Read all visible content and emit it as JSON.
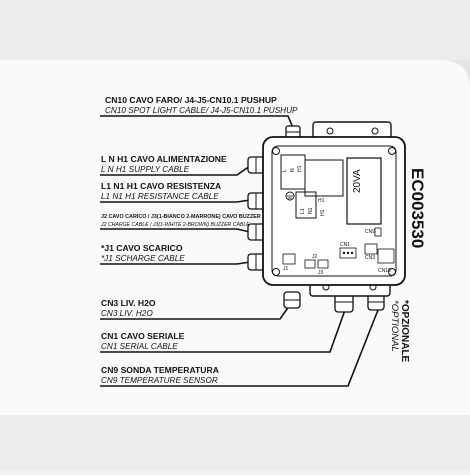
{
  "labels": {
    "cn10_it": "CN10 CAVO FARO/ J4-J5-CN10.1 PUSHUP",
    "cn10_en": "CN10 SPOT LIGHT CABLE/ J4-J5-CN10.1 PUSHUP",
    "lnh1_it": "L N H1 CAVO ALIMENTAZIONE",
    "lnh1_en": "L N H1 SUPPLY CABLE",
    "l1n1h1_it": "L1 N1 H1 CAVO RESISTENZA",
    "l1n1h1_en": "L1 N1 H1 RESISTANCE CABLE",
    "j2_it": "J2 CAVO CARICO / J3(1-BIANCO 2-MARRONE) CAVO BUZZER",
    "j2_en": "J2 CHARGE CABLE / J3(1-WHITE 2-BROWN) BUZZER CABLE",
    "j1_it": "*J1 CAVO SCARICO",
    "j1_en": "*J1 SCHARGE CABLE",
    "cn3_it": "CN3 LIV. H2O",
    "cn3_en": "CN3 LIV. H2O",
    "cn1_it": "CN1 CAVO SERIALE",
    "cn1_en": "CN1 SERIAL CABLE",
    "cn9_it": "CN9 SONDA TEMPERATURA",
    "cn9_en": "CN9 TEMPERATURE SENSOR"
  },
  "box": {
    "code": "EC003530",
    "transformer": "20VA",
    "optional_it": "*OPZIONALE",
    "optional_en": "*OPTIONAL",
    "pcb": {
      "l": "L",
      "n": "N",
      "h1": "H1",
      "l1": "L1",
      "n1": "N1",
      "cn9": "CN9",
      "cn3": "CN3",
      "cn1": "CN1",
      "cn10": "CN10",
      "j1": "J1",
      "j2": "J2",
      "j3": "J3"
    }
  }
}
